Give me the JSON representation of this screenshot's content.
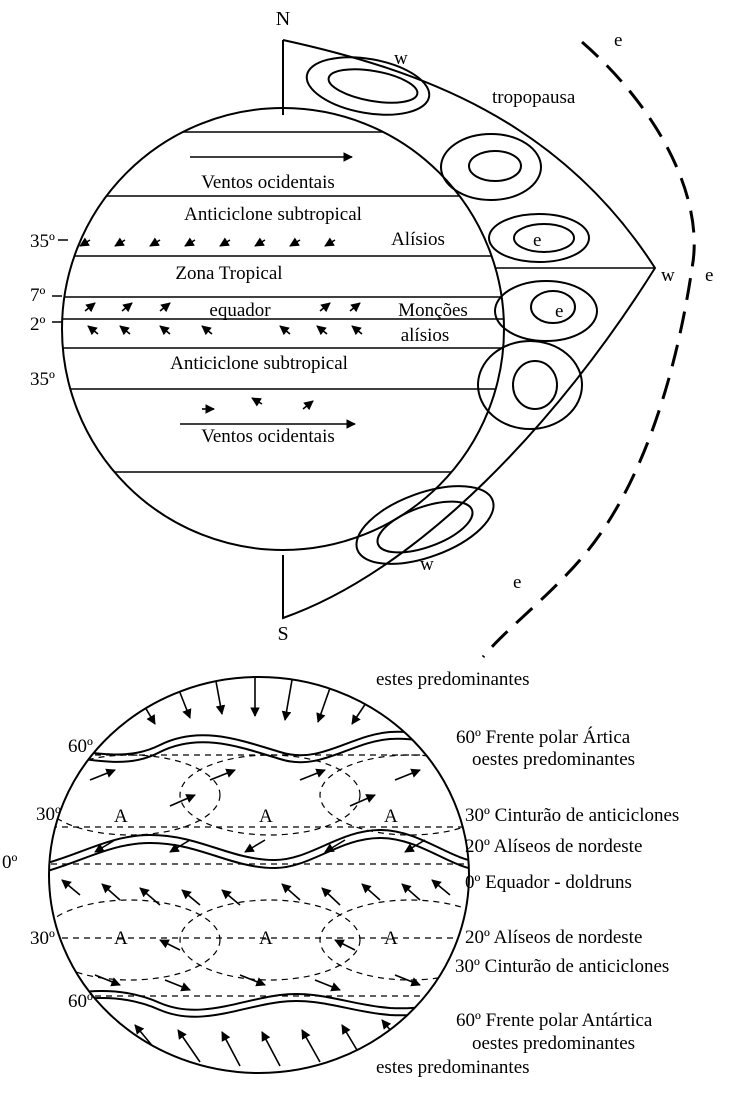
{
  "top_figure": {
    "pole_north": "N",
    "pole_south": "S",
    "bands": {
      "westerlies_north": "Ventos ocidentais",
      "anticyclone_north": "Anticiclone subtropical",
      "trade_winds": "Alísios",
      "tropical_zone": "Zona Tropical",
      "equator": "equador",
      "monsoons": "Monções",
      "trade_winds_south": "alísios",
      "anticyclone_south": "Anticiclone subtropical",
      "westerlies_south": "Ventos ocidentais"
    },
    "latitudes": {
      "lat_35_north": "35º",
      "lat_7": "7º",
      "lat_2": "2º",
      "lat_35_south": "35º"
    },
    "tropopause": "tropopausa",
    "markers": {
      "w_top": "w",
      "w_middle": "w",
      "w_bottom": "w",
      "e_top": "e",
      "e_middle": "e",
      "e_bottom": "e",
      "e_cell_upper": "e",
      "e_cell_lower": "e"
    }
  },
  "bottom_figure": {
    "left_latitudes": {
      "lat_60_north": "60º",
      "lat_30_north": "30º",
      "lat_0": "0º",
      "lat_30_south": "30º",
      "lat_60_south": "60º"
    },
    "high_pressure_label": "A",
    "right_labels": {
      "easterlies_north": "estes predominantes",
      "polar_front_arctic": "60º Frente polar Ártica",
      "westerlies_north": "oestes predominantes",
      "anticyclones_north": "30º Cinturão de anticiclones",
      "trades_north": "20º Alíseos de nordeste",
      "equator": "0º Equador - doldruns",
      "trades_south": "20º Alíseos de nordeste",
      "anticyclones_south": "30º Cinturão de anticiclones",
      "polar_front_antarctic": "60º Frente polar Antártica",
      "westerlies_south": "oestes predominantes",
      "easterlies_south": "estes predominantes"
    }
  }
}
